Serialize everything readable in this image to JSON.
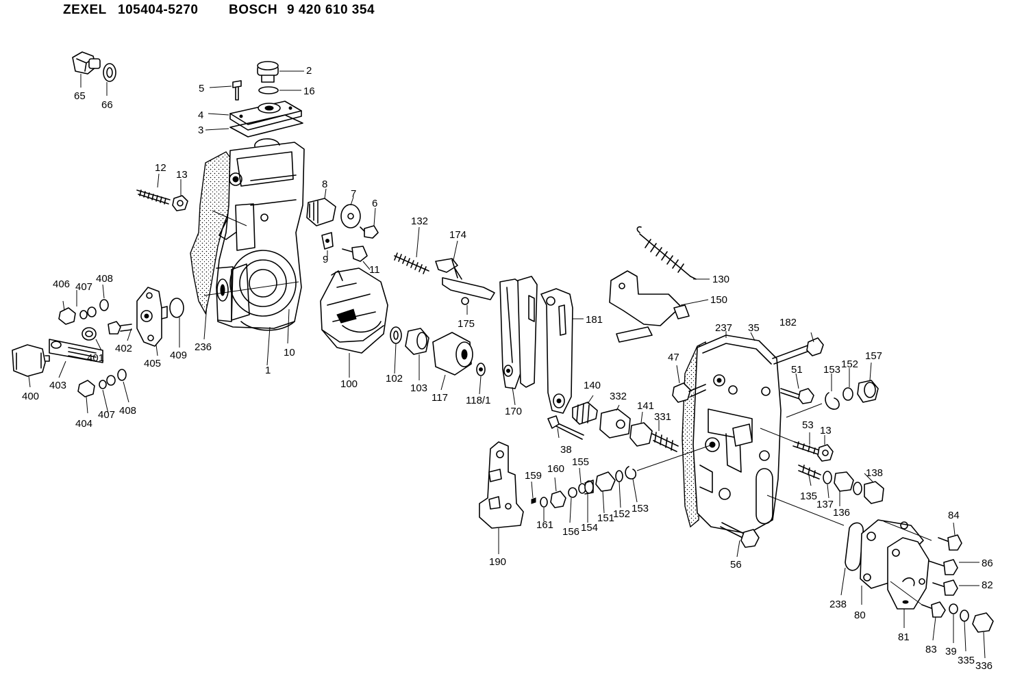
{
  "header": {
    "brand": "ZEXEL",
    "zexel_number": "105404-5270",
    "maker": "BOSCH",
    "bosch_number": "9 420 610 354"
  },
  "part_labels": {
    "p1": "1",
    "p2": "2",
    "p3": "3",
    "p4": "4",
    "p5": "5",
    "p6": "6",
    "p7": "7",
    "p8": "8",
    "p9": "9",
    "p10": "10",
    "p11": "11",
    "p12": "12",
    "p13a": "13",
    "p13b": "13",
    "p16": "16",
    "p35": "35",
    "p38": "38",
    "p39": "39",
    "p47": "47",
    "p51": "51",
    "p53": "53",
    "p56": "56",
    "p65": "65",
    "p66": "66",
    "p80": "80",
    "p81": "81",
    "p82": "82",
    "p83": "83",
    "p84": "84",
    "p86": "86",
    "p100": "100",
    "p102": "102",
    "p103": "103",
    "p117": "117",
    "p118_1": "118/1",
    "p130": "130",
    "p132": "132",
    "p135": "135",
    "p136": "136",
    "p137": "137",
    "p138": "138",
    "p140": "140",
    "p141": "141",
    "p150": "150",
    "p151": "151",
    "p152a": "152",
    "p152b": "152",
    "p153a": "153",
    "p153b": "153",
    "p154": "154",
    "p155": "155",
    "p156": "156",
    "p157": "157",
    "p159": "159",
    "p160": "160",
    "p161": "161",
    "p170": "170",
    "p174": "174",
    "p175": "175",
    "p181": "181",
    "p182": "182",
    "p190": "190",
    "p236": "236",
    "p237": "237",
    "p238": "238",
    "p331": "331",
    "p332": "332",
    "p335": "335",
    "p336": "336",
    "p400": "400",
    "p401": "401",
    "p402": "402",
    "p403": "403",
    "p404": "404",
    "p405": "405",
    "p406": "406",
    "p407a": "407",
    "p407b": "407",
    "p408a": "408",
    "p408b": "408",
    "p409": "409"
  }
}
